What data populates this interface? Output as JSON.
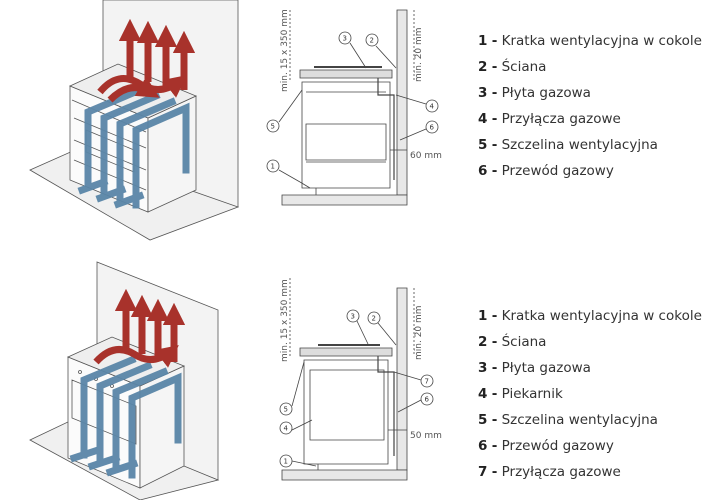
{
  "top": {
    "dims": {
      "vertical_gap": "min. 15 x 350 mm",
      "wall_gap": "min. 20 mm",
      "side_gap": "60 mm"
    },
    "legend": [
      {
        "num": "1",
        "text": "Kratka wentylacyjna w cokole"
      },
      {
        "num": "2",
        "text": "Ściana"
      },
      {
        "num": "3",
        "text": "Płyta gazowa"
      },
      {
        "num": "4",
        "text": "Przyłącza gazowe"
      },
      {
        "num": "5",
        "text": "Szczelina wentylacyjna"
      },
      {
        "num": "6",
        "text": "Przewód gazowy"
      }
    ]
  },
  "bottom": {
    "dims": {
      "vertical_gap": "min. 15 x 350 mm",
      "wall_gap": "min. 20 mm",
      "side_gap": "50 mm"
    },
    "legend": [
      {
        "num": "1",
        "text": "Kratka wentylacyjna w cokole"
      },
      {
        "num": "2",
        "text": "Ściana"
      },
      {
        "num": "3",
        "text": "Płyta gazowa"
      },
      {
        "num": "4",
        "text": "Piekarnik"
      },
      {
        "num": "5",
        "text": "Szczelina wentylacyjna"
      },
      {
        "num": "6",
        "text": "Przewód gazowy"
      },
      {
        "num": "7",
        "text": "Przyłącza gazowe"
      }
    ]
  },
  "dash": "-",
  "colors": {
    "flow_blue": "#5a86a8",
    "flow_red": "#a8322b",
    "line": "#444444",
    "wall_fill": "#f4f4f4"
  }
}
